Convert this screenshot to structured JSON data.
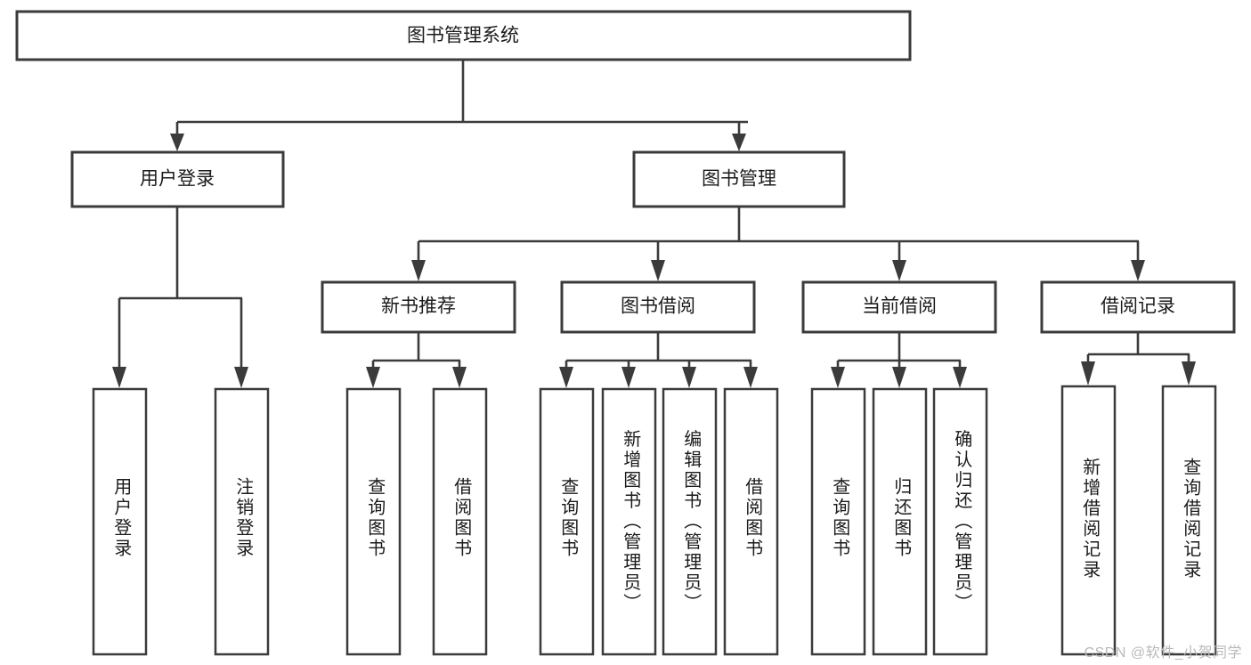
{
  "diagram": {
    "type": "tree-hierarchy-flowchart",
    "root": {
      "id": "root",
      "label": "图书管理系统"
    },
    "level2": [
      {
        "id": "user-login",
        "label": "用户登录"
      },
      {
        "id": "book-management",
        "label": "图书管理"
      }
    ],
    "level3": [
      {
        "id": "new-book-recommend",
        "label": "新书推荐",
        "parent": "book-management"
      },
      {
        "id": "book-borrow",
        "label": "图书借阅",
        "parent": "book-management"
      },
      {
        "id": "current-borrow",
        "label": "当前借阅",
        "parent": "book-management"
      },
      {
        "id": "borrow-record",
        "label": "借阅记录",
        "parent": "book-management"
      }
    ],
    "leaves": [
      {
        "id": "leaf-user-login",
        "label": "用户登录",
        "parent": "user-login"
      },
      {
        "id": "leaf-logout-login",
        "label": "注销登录",
        "parent": "user-login"
      },
      {
        "id": "leaf-query-book-1",
        "label": "查询图书",
        "parent": "new-book-recommend"
      },
      {
        "id": "leaf-borrow-book-1",
        "label": "借阅图书",
        "parent": "new-book-recommend"
      },
      {
        "id": "leaf-query-book-2",
        "label": "查询图书",
        "parent": "book-borrow"
      },
      {
        "id": "leaf-add-book",
        "label": "新增图书（管理员）",
        "parent": "book-borrow"
      },
      {
        "id": "leaf-edit-book",
        "label": "编辑图书（管理员）",
        "parent": "book-borrow"
      },
      {
        "id": "leaf-borrow-book-2",
        "label": "借阅图书",
        "parent": "book-borrow"
      },
      {
        "id": "leaf-query-book-3",
        "label": "查询图书",
        "parent": "current-borrow"
      },
      {
        "id": "leaf-return-book",
        "label": "归还图书",
        "parent": "current-borrow"
      },
      {
        "id": "leaf-confirm-return",
        "label": "确认归还（管理员）",
        "parent": "current-borrow"
      },
      {
        "id": "leaf-add-record",
        "label": "新增借阅记录",
        "parent": "borrow-record"
      },
      {
        "id": "leaf-query-record",
        "label": "查询借阅记录",
        "parent": "borrow-record"
      }
    ]
  },
  "watermark": {
    "text": "CSDN @软件_小贺同学"
  },
  "colors": {
    "stroke": "#3b3b3b",
    "text": "#1b1b1b",
    "background": "#ffffff",
    "watermark": "#b9b9b9"
  }
}
